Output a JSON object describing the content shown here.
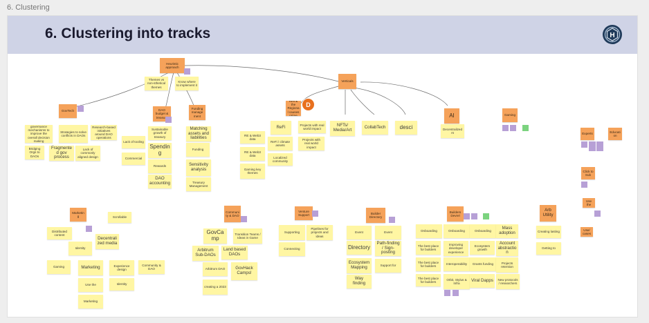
{
  "breadcrumb": "6. Clustering",
  "frame": {
    "title": "6. Clustering into tracks",
    "avatar_initial": "D"
  },
  "icons": {
    "logo": "hexagon-logo-icon"
  },
  "colors": {
    "header_bg": "#cfd3e6",
    "sticky_yellow": "#fff6a3",
    "sticky_orange": "#f5a25a",
    "dot_purple": "#b7a0d6",
    "dot_green": "#7bd37f",
    "avatar": "#e8701e"
  },
  "notes": [
    "Heuristic approach",
    "Themes vs non-sthetical themes",
    "Know where to implement it",
    "Verticals",
    "GovTech",
    "DAO budget & treasury",
    "Funding management",
    "Refi & the Regional causes prime",
    "AI",
    "Gaming",
    "proper governance mechanisms to improve the overall decision making processes",
    "Strategies to solve conflicts in DAOs",
    "Research-based initiatives around DAO operations",
    "Bridging Orgs to DAOs",
    "Fragmented gov process",
    "Lack of commonly aligned design",
    "Sustainable growth of treasury",
    "Matching assets and liabilities",
    "Lack of tooling",
    "Spending",
    "Funding",
    "Sensitivity analysis",
    "Commercial",
    "Treasury Management",
    "DAO accounting",
    "Rewards",
    "ReFi",
    "ReFi / climate assets",
    "Projects with real world impact",
    "RE & Web3 data",
    "Localized community",
    "Gaming key themes",
    "NFTs/ Media/Art",
    "CollabTech",
    "desci",
    "Decentralized AI",
    "Experts",
    "Education",
    "Click to Sub",
    "Use the",
    "Identity",
    "Marketing",
    "Use/ cases",
    "Decentralized media",
    "Distributed content",
    "Scrollable",
    "Gaming",
    "Experience design",
    "Community & DAO",
    "GovCamp",
    "Transition Teams / Ideas in Game",
    "Arbitrum Sub-DAOs",
    "Land based DAOs",
    "Arbitrum DAO",
    "GovHack Camps!",
    "creating a 2023",
    "Venture Support",
    "Supporting",
    "Pipelines for projects and ideas",
    "Connecting",
    "Builder Directory",
    "Event",
    "Directory",
    "Path-finding / Sign-posting",
    "Ecosystem Mapping",
    "Support for",
    "Way finding",
    "Builders Devrel",
    "Onboarding",
    "Mass adoption",
    "The best place for builders",
    "Improving developer experience",
    "Ecosystem growth",
    "Account abstraction",
    "Interoperability",
    "Grants funding",
    "Projects retention",
    "Orbit, Stylus & Infra",
    "Viral Dapps",
    "New protocols / researchers",
    "Arb Utility",
    "Creating lasting",
    "Getting to"
  ]
}
